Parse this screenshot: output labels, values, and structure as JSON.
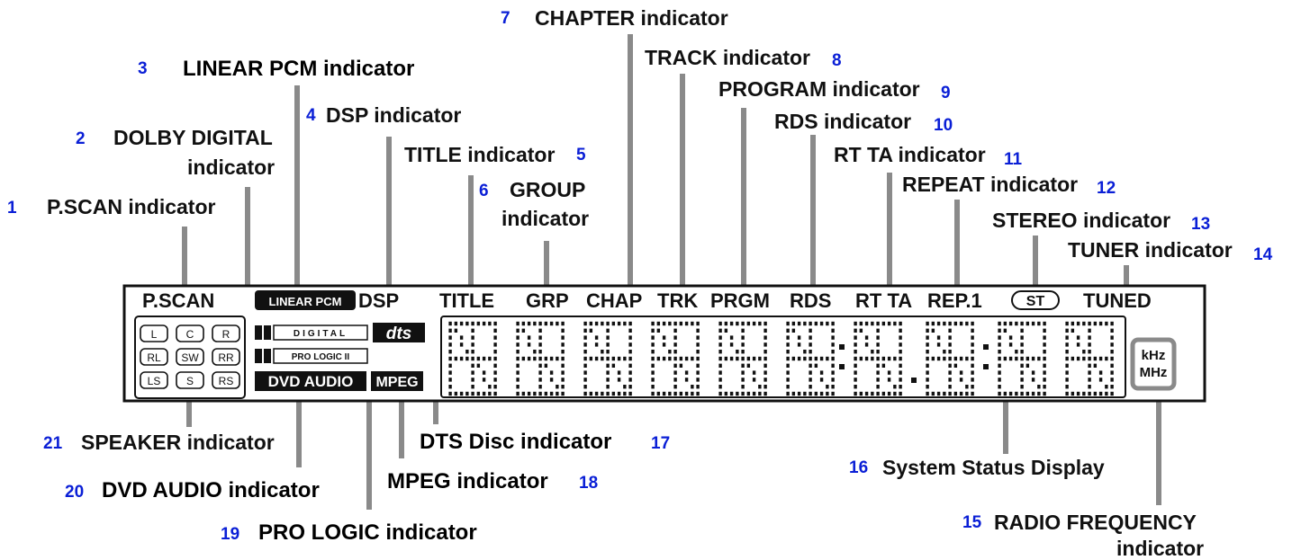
{
  "display": {
    "indicators": {
      "pscan": "P.SCAN",
      "linear_pcm": "LINEAR PCM",
      "dsp": "DSP",
      "title": "TITLE",
      "grp": "GRP",
      "chap": "CHAP",
      "trk": "TRK",
      "prgm": "PRGM",
      "rds": "RDS",
      "rtta": "RT TA",
      "rep": "REP.1",
      "st": "ST",
      "tuned": "TUNED",
      "digital": "DIGITAL",
      "prologic": "PRO LOGIC II",
      "dts": "dts",
      "dvd_audio": "DVD AUDIO",
      "mpeg": "MPEG",
      "khz": "kHz",
      "mhz": "MHz"
    },
    "speakers": [
      "L",
      "C",
      "R",
      "RL",
      "SW",
      "RR",
      "LS",
      "S",
      "RS"
    ]
  },
  "callouts": [
    {
      "num": "1",
      "label": "P.SCAN indicator"
    },
    {
      "num": "2",
      "label": "DOLBY DIGITAL",
      "label2": "indicator"
    },
    {
      "num": "3",
      "label": "LINEAR PCM indicator"
    },
    {
      "num": "4",
      "label": "DSP indicator"
    },
    {
      "num": "5",
      "label": "TITLE indicator"
    },
    {
      "num": "6",
      "label": "GROUP",
      "label2": "indicator"
    },
    {
      "num": "7",
      "label": "CHAPTER indicator"
    },
    {
      "num": "8",
      "label": "TRACK indicator"
    },
    {
      "num": "9",
      "label": "PROGRAM indicator"
    },
    {
      "num": "10",
      "label": "RDS indicator"
    },
    {
      "num": "11",
      "label": "RT TA indicator"
    },
    {
      "num": "12",
      "label": "REPEAT indicator"
    },
    {
      "num": "13",
      "label": "STEREO indicator"
    },
    {
      "num": "14",
      "label": "TUNER indicator"
    },
    {
      "num": "15",
      "label": "RADIO FREQUENCY",
      "label2": "indicator"
    },
    {
      "num": "16",
      "label": "System Status Display"
    },
    {
      "num": "17",
      "label": "DTS Disc indicator"
    },
    {
      "num": "18",
      "label": "MPEG indicator"
    },
    {
      "num": "19",
      "label": "PRO LOGIC indicator"
    },
    {
      "num": "20",
      "label": "DVD AUDIO indicator"
    },
    {
      "num": "21",
      "label": "SPEAKER indicator"
    }
  ]
}
